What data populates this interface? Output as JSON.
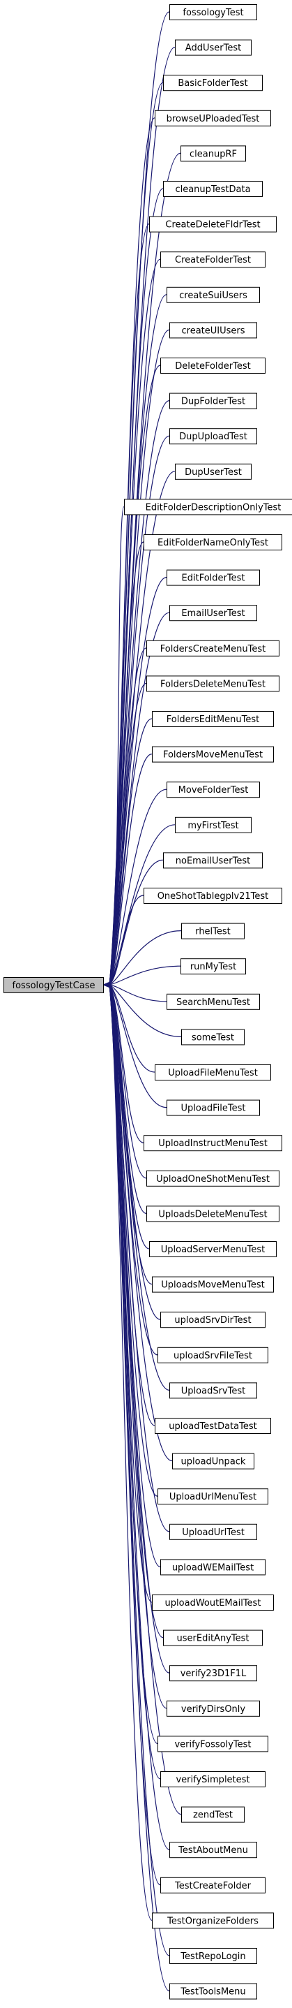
{
  "diagram": {
    "type": "inheritance-graph",
    "base_class": "fossologyTestCase",
    "derived_classes": [
      "fossologyTest",
      "AddUserTest",
      "BasicFolderTest",
      "browseUPloadedTest",
      "cleanupRF",
      "cleanupTestData",
      "CreateDeleteFldrTest",
      "CreateFolderTest",
      "createSuiUsers",
      "createUIUsers",
      "DeleteFolderTest",
      "DupFolderTest",
      "DupUploadTest",
      "DupUserTest",
      "EditFolderDescriptionOnlyTest",
      "EditFolderNameOnlyTest",
      "EditFolderTest",
      "EmailUserTest",
      "FoldersCreateMenuTest",
      "FoldersDeleteMenuTest",
      "FoldersEditMenuTest",
      "FoldersMoveMenuTest",
      "MoveFolderTest",
      "myFirstTest",
      "noEmailUserTest",
      "OneShotTablegplv21Test",
      "rhelTest",
      "runMyTest",
      "SearchMenuTest",
      "someTest",
      "UploadFileMenuTest",
      "UploadFileTest",
      "UploadInstructMenuTest",
      "UploadOneShotMenuTest",
      "UploadsDeleteMenuTest",
      "UploadServerMenuTest",
      "UploadsMoveMenuTest",
      "uploadSrvDirTest",
      "uploadSrvFileTest",
      "UploadSrvTest",
      "uploadTestDataTest",
      "uploadUnpack",
      "UploadUrlMenuTest",
      "UploadUrlTest",
      "uploadWEMailTest",
      "uploadWoutEMailTest",
      "userEditAnyTest",
      "verify23D1F1L",
      "verifyDirsOnly",
      "verifyFossolyTest",
      "verifySimpletest",
      "zendTest",
      "TestAboutMenu",
      "TestCreateFolder",
      "TestOrganizeFolders",
      "TestRepoLogin",
      "TestToolsMenu"
    ]
  },
  "colors": {
    "edge": "#191970",
    "base_fill": "#bfbfbf",
    "node_fill": "#ffffff",
    "node_border": "#000000"
  }
}
